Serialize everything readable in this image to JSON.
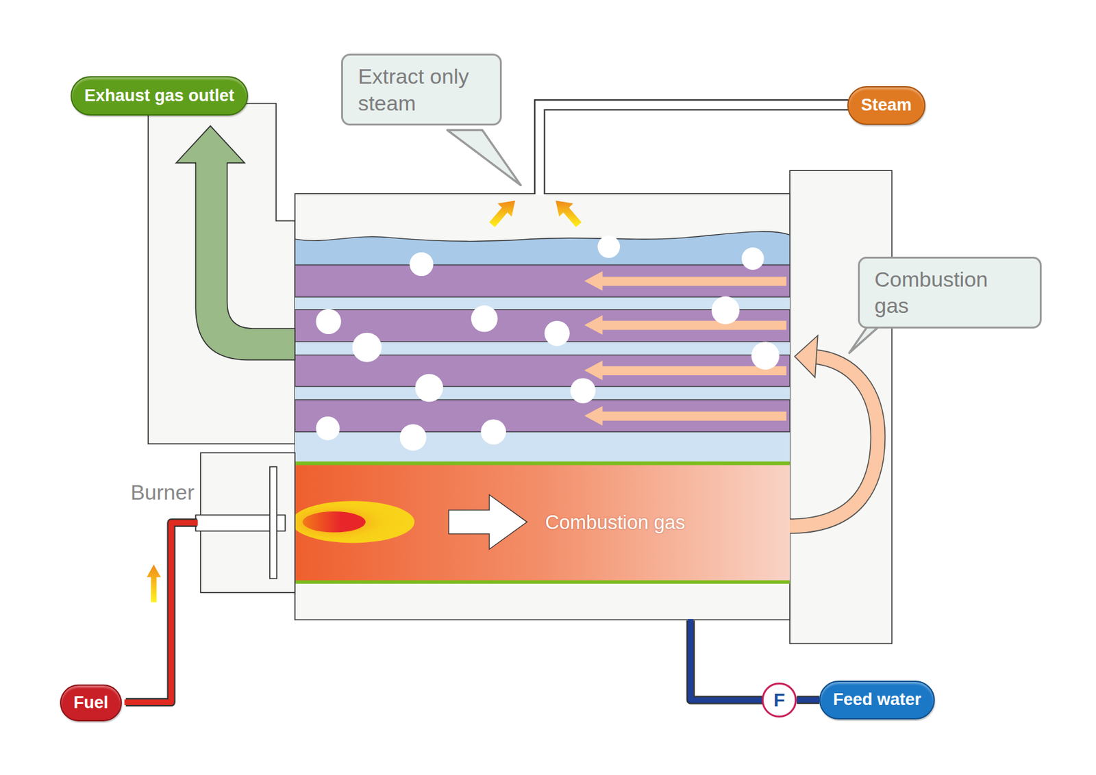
{
  "diagram": {
    "nodes": [
      {
        "text": [
          "Exhaust gas outlet"
        ]
      },
      {
        "text": [
          "Extract only steam"
        ]
      },
      {
        "text": [
          "Steam"
        ]
      },
      {
        "text": [
          "Combustion gas"
        ]
      },
      {
        "text": [
          "Combustion gas"
        ]
      },
      {
        "text": [
          "Fuel"
        ]
      },
      {
        "text": [
          "F"
        ]
      },
      {
        "text": [
          "Feed water"
        ]
      }
    ],
    "edges": [
      {
        "from": 7,
        "to": 6,
        "arrow": "none"
      }
    ],
    "labels": [
      "Burner"
    ]
  }
}
